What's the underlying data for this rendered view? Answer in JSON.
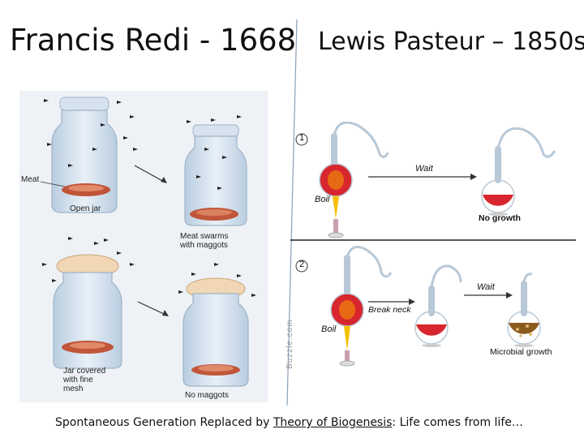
{
  "titles": {
    "left": "Francis Redi - 1668",
    "right": "Lewis Pasteur – 1850s"
  },
  "redi": {
    "label_meat": "Meat",
    "label_open_jar": "Open jar",
    "label_swarms_1": "Meat swarms",
    "label_swarms_2": "with maggots",
    "label_covered_1": "Jar covered",
    "label_covered_2": "with fine",
    "label_covered_3": "mesh",
    "label_no_maggots": "No maggots"
  },
  "pasteur": {
    "step1": "1",
    "step2": "2",
    "wait_1": "Wait",
    "boil_1": "Boil",
    "no_growth": "No growth",
    "boil_2": "Boil",
    "break_neck": "Break neck",
    "wait_2": "Wait",
    "microbial_growth": "Microbial growth"
  },
  "watermark": "Buzzle.com",
  "caption": {
    "prefix": "Spontaneous Generation Replaced by ",
    "term1": "Theory of Biogenesis",
    "middle": ": Life comes from life…"
  },
  "colors": {
    "broth_red": "#d8262e",
    "broth_brown": "#8a5a1e",
    "flame": "#f5c000",
    "glass": "#c9d8e6",
    "meat": "#c0553a"
  }
}
